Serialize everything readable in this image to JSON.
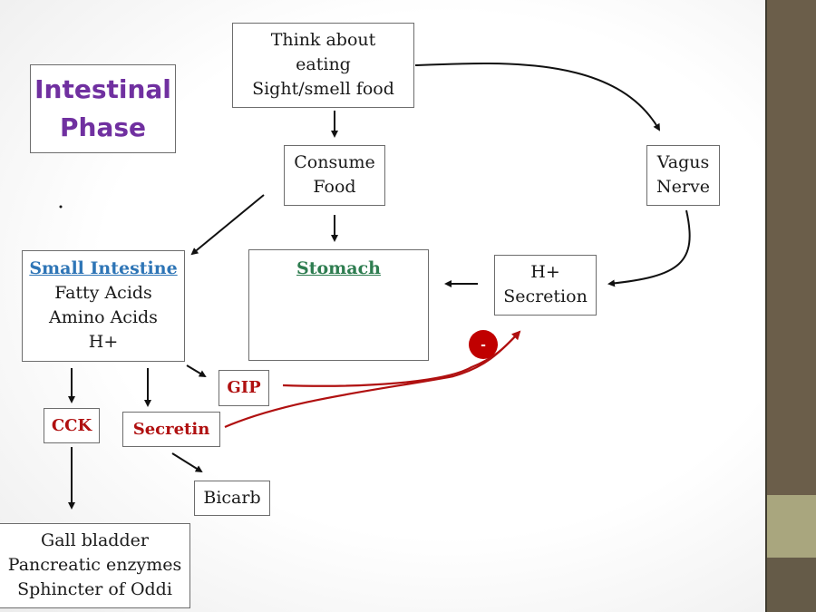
{
  "title": {
    "line1": "Intestinal",
    "line2": "Phase"
  },
  "nodes": {
    "think": {
      "lines": [
        "Think about",
        "eating",
        "Sight/smell food"
      ]
    },
    "consume": {
      "lines": [
        "Consume",
        "Food"
      ]
    },
    "vagus": {
      "lines": [
        "Vagus",
        "Nerve"
      ]
    },
    "small_intestine": {
      "title": "Small Intestine",
      "lines": [
        "Fatty Acids",
        "Amino Acids",
        "H+"
      ]
    },
    "stomach": {
      "title": "Stomach"
    },
    "h_secretion": {
      "lines": [
        "H+",
        "Secretion"
      ]
    },
    "gip": {
      "label": "GIP"
    },
    "cck": {
      "label": "CCK"
    },
    "secretin": {
      "label": "Secretin"
    },
    "bicarb": {
      "label": "Bicarb"
    },
    "effects": {
      "lines": [
        "Gall bladder",
        "Pancreatic enzymes",
        "Sphincter of Oddi"
      ]
    }
  },
  "inhibition_marker": {
    "symbol": "-",
    "color": "#c00000"
  },
  "colors": {
    "title": "#7030a0",
    "hormone": "#b01010",
    "small_intestine": "#2e75b6",
    "stomach": "#2e7d50",
    "sidebar": "#6b5e4a",
    "sidebar_band": "#a9a67e"
  }
}
